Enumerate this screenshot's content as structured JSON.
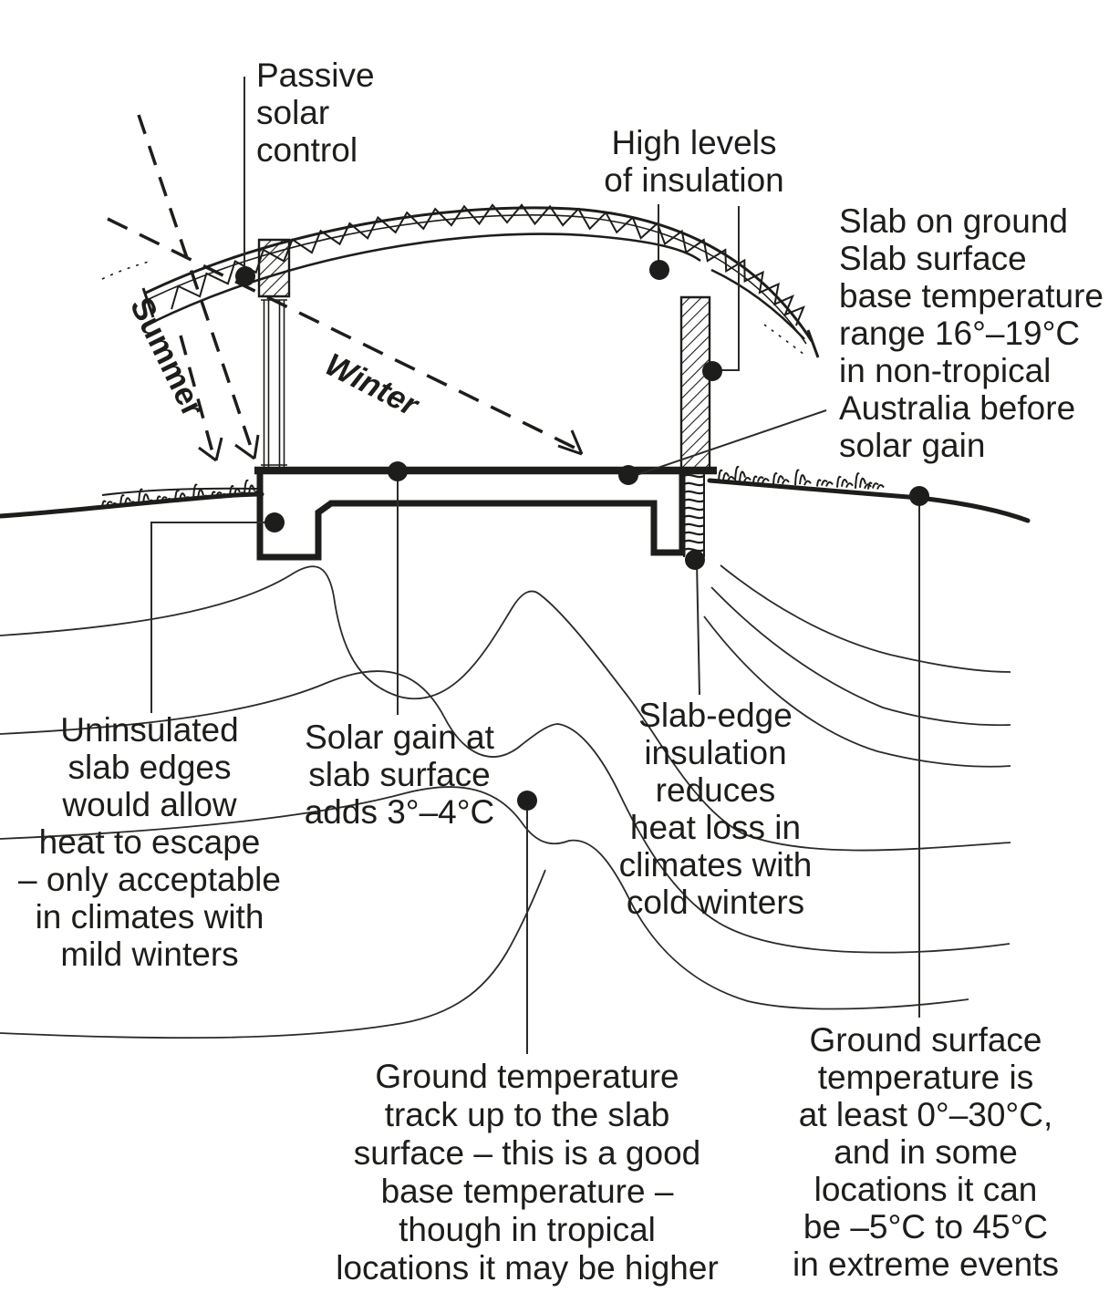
{
  "diagram": {
    "kind": "building-section-thermal-diagram",
    "colors": {
      "ink": "#1d1d1b",
      "thin_line": "#2b2b29",
      "background": "#ffffff"
    }
  },
  "annotations": {
    "passive_solar_control": {
      "text": "Passive\nsolar\ncontrol"
    },
    "high_insulation": {
      "text": "High levels\nof insulation"
    },
    "slab_on_ground": {
      "text": "Slab on ground\nSlab surface\nbase temperature\nrange 16°–19°C\nin non-tropical\nAustralia before\nsolar gain"
    },
    "sun_paths": {
      "summer": "Summer",
      "winter": "Winter"
    },
    "uninsulated_edges": {
      "text": "Uninsulated\nslab edges\nwould allow\nheat to escape\n– only acceptable\nin climates with\nmild winters"
    },
    "solar_gain": {
      "text": "Solar gain at\nslab surface\nadds 3°–4°C"
    },
    "slab_edge_insulation": {
      "text": "Slab-edge\ninsulation\nreduces\nheat loss in\nclimates with\ncold winters"
    },
    "ground_temperature": {
      "text": "Ground temperature\ntrack up to the slab\nsurface – this is a good\nbase temperature –\nthough in tropical\nlocations it may be higher"
    },
    "ground_surface": {
      "text": "Ground surface\ntemperature is\nat least 0°–30°C,\nand in some\nlocations it can\nbe –5°C to 45°C\nin extreme events"
    }
  }
}
